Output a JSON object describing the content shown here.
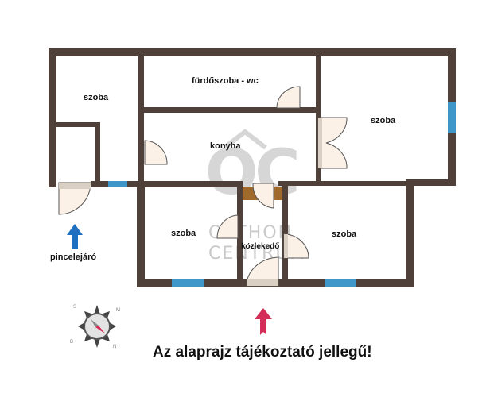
{
  "rooms": [
    {
      "id": "szoba-left",
      "label": "szoba"
    },
    {
      "id": "furdoszoba",
      "label": "fürdőszoba - wc"
    },
    {
      "id": "konyha",
      "label": "konyha"
    },
    {
      "id": "szoba-right",
      "label": "szoba"
    },
    {
      "id": "szoba-bottom-left",
      "label": "szoba"
    },
    {
      "id": "kozlekedo",
      "label": "közlekedő"
    },
    {
      "id": "szoba-bottom-right",
      "label": "szoba"
    }
  ],
  "cellar": {
    "label": "pincelejáró",
    "arrow_color": "#1f6fc1"
  },
  "entrance": {
    "arrow_color": "#d42d58"
  },
  "disclaimer": "Az alaprajz tájékoztató jellegű!",
  "watermark": {
    "monogram": "OC",
    "line1": "OTTHON",
    "line2": "CENTRUM"
  },
  "compass": {
    "letters": [
      "S",
      "M",
      "N",
      "B"
    ]
  },
  "colors": {
    "wall": "#4f4139",
    "window": "#3f97c9",
    "door_fill": "#fbf1e6",
    "stairs": "#a06a2c"
  }
}
